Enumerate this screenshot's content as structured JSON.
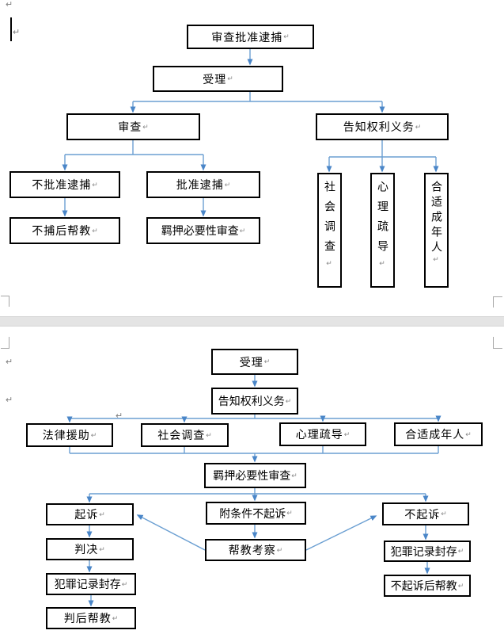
{
  "document": {
    "kind": "word-document-flowcharts",
    "background": "#ffffff",
    "page_break_band_color": "#e4e4e4",
    "box_border_color": "#000000",
    "line_color": "#6b9fd2",
    "arrowhead_color": "#4a86c8",
    "marks": {
      "paragraph_return": "↵"
    }
  },
  "flowcharts": [
    {
      "nodes": [
        {
          "id": "c1_approve_arrest_review",
          "label": "审查批准逮捕"
        },
        {
          "id": "c1_accept",
          "label": "受理"
        },
        {
          "id": "c1_review",
          "label": "审查"
        },
        {
          "id": "c1_inform_rights",
          "label": "告知权利义务"
        },
        {
          "id": "c1_no_approve_arrest",
          "label": "不批准逮捕"
        },
        {
          "id": "c1_approve_arrest",
          "label": "批准逮捕"
        },
        {
          "id": "c1_help_after_no_arrest",
          "label": "不捕后帮教"
        },
        {
          "id": "c1_detention_necessity_review",
          "label": "羁押必要性审查"
        },
        {
          "id": "c1_social_survey",
          "label": "社会调查"
        },
        {
          "id": "c1_psych_counseling",
          "label": "心理疏导"
        },
        {
          "id": "c1_appropriate_adult",
          "label": "合适成年人"
        }
      ],
      "edges": [
        [
          "c1_approve_arrest_review",
          "c1_accept"
        ],
        [
          "c1_accept",
          "c1_review"
        ],
        [
          "c1_accept",
          "c1_inform_rights"
        ],
        [
          "c1_review",
          "c1_no_approve_arrest"
        ],
        [
          "c1_review",
          "c1_approve_arrest"
        ],
        [
          "c1_no_approve_arrest",
          "c1_help_after_no_arrest"
        ],
        [
          "c1_approve_arrest",
          "c1_detention_necessity_review"
        ],
        [
          "c1_inform_rights",
          "c1_social_survey"
        ],
        [
          "c1_inform_rights",
          "c1_psych_counseling"
        ],
        [
          "c1_inform_rights",
          "c1_appropriate_adult"
        ]
      ]
    },
    {
      "nodes": [
        {
          "id": "c2_accept",
          "label": "受理"
        },
        {
          "id": "c2_inform_rights",
          "label": "告知权利义务"
        },
        {
          "id": "c2_legal_aid",
          "label": "法律援助"
        },
        {
          "id": "c2_social_survey",
          "label": "社会调查"
        },
        {
          "id": "c2_psych_counseling",
          "label": "心理疏导"
        },
        {
          "id": "c2_appropriate_adult",
          "label": "合适成年人"
        },
        {
          "id": "c2_detention_necessity_review",
          "label": "羁押必要性审查"
        },
        {
          "id": "c2_prosecute",
          "label": "起诉"
        },
        {
          "id": "c2_conditional_no_prosecution",
          "label": "附条件不起诉"
        },
        {
          "id": "c2_no_prosecution",
          "label": "不起诉"
        },
        {
          "id": "c2_judgment",
          "label": "判决"
        },
        {
          "id": "c2_probation_inspection",
          "label": "帮教考察"
        },
        {
          "id": "c2_record_seal_right",
          "label": "犯罪记录封存"
        },
        {
          "id": "c2_record_seal_left",
          "label": "犯罪记录封存"
        },
        {
          "id": "c2_help_after_no_prosecution",
          "label": "不起诉后帮教"
        },
        {
          "id": "c2_help_after_judgment",
          "label": "判后帮教"
        }
      ],
      "edges": [
        [
          "c2_accept",
          "c2_inform_rights"
        ],
        [
          "c2_inform_rights",
          "c2_legal_aid"
        ],
        [
          "c2_inform_rights",
          "c2_social_survey"
        ],
        [
          "c2_inform_rights",
          "c2_psych_counseling"
        ],
        [
          "c2_inform_rights",
          "c2_appropriate_adult"
        ],
        [
          "c2_legal_aid",
          "c2_detention_necessity_review"
        ],
        [
          "c2_social_survey",
          "c2_detention_necessity_review"
        ],
        [
          "c2_psych_counseling",
          "c2_detention_necessity_review"
        ],
        [
          "c2_appropriate_adult",
          "c2_detention_necessity_review"
        ],
        [
          "c2_detention_necessity_review",
          "c2_prosecute"
        ],
        [
          "c2_detention_necessity_review",
          "c2_conditional_no_prosecution"
        ],
        [
          "c2_detention_necessity_review",
          "c2_no_prosecution"
        ],
        [
          "c2_prosecute",
          "c2_judgment"
        ],
        [
          "c2_judgment",
          "c2_record_seal_left"
        ],
        [
          "c2_record_seal_left",
          "c2_help_after_judgment"
        ],
        [
          "c2_conditional_no_prosecution",
          "c2_probation_inspection"
        ],
        [
          "c2_probation_inspection",
          "c2_prosecute"
        ],
        [
          "c2_probation_inspection",
          "c2_no_prosecution"
        ],
        [
          "c2_no_prosecution",
          "c2_record_seal_right"
        ],
        [
          "c2_record_seal_right",
          "c2_help_after_no_prosecution"
        ]
      ]
    }
  ]
}
